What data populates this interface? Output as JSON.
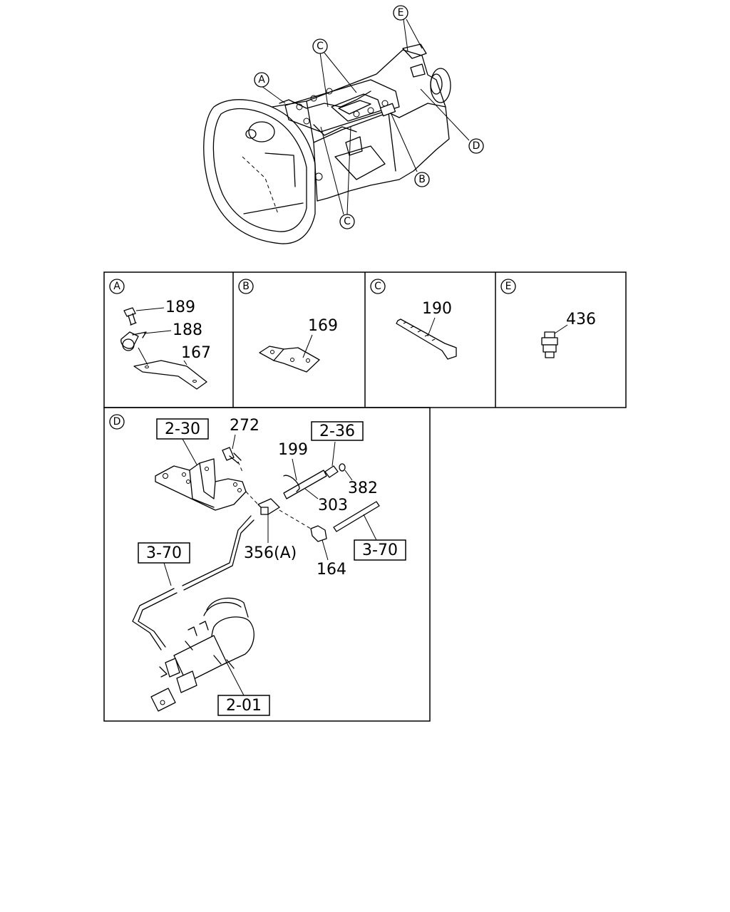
{
  "callouts": {
    "a": "A",
    "b": "B",
    "c": "C",
    "d": "D",
    "e": "E"
  },
  "panel_a": {
    "part_189": "189",
    "part_188": "188",
    "part_167": "167"
  },
  "panel_b": {
    "part_169": "169"
  },
  "panel_c": {
    "part_190": "190"
  },
  "panel_e": {
    "part_436": "436"
  },
  "panel_d": {
    "ref_2_30": "2-30",
    "part_272": "272",
    "part_199": "199",
    "ref_2_36": "2-36",
    "part_382": "382",
    "part_303": "303",
    "ref_3_70_left": "3-70",
    "part_356": "356(A)",
    "part_164": "164",
    "ref_3_70_right": "3-70",
    "ref_2_01": "2-01"
  }
}
